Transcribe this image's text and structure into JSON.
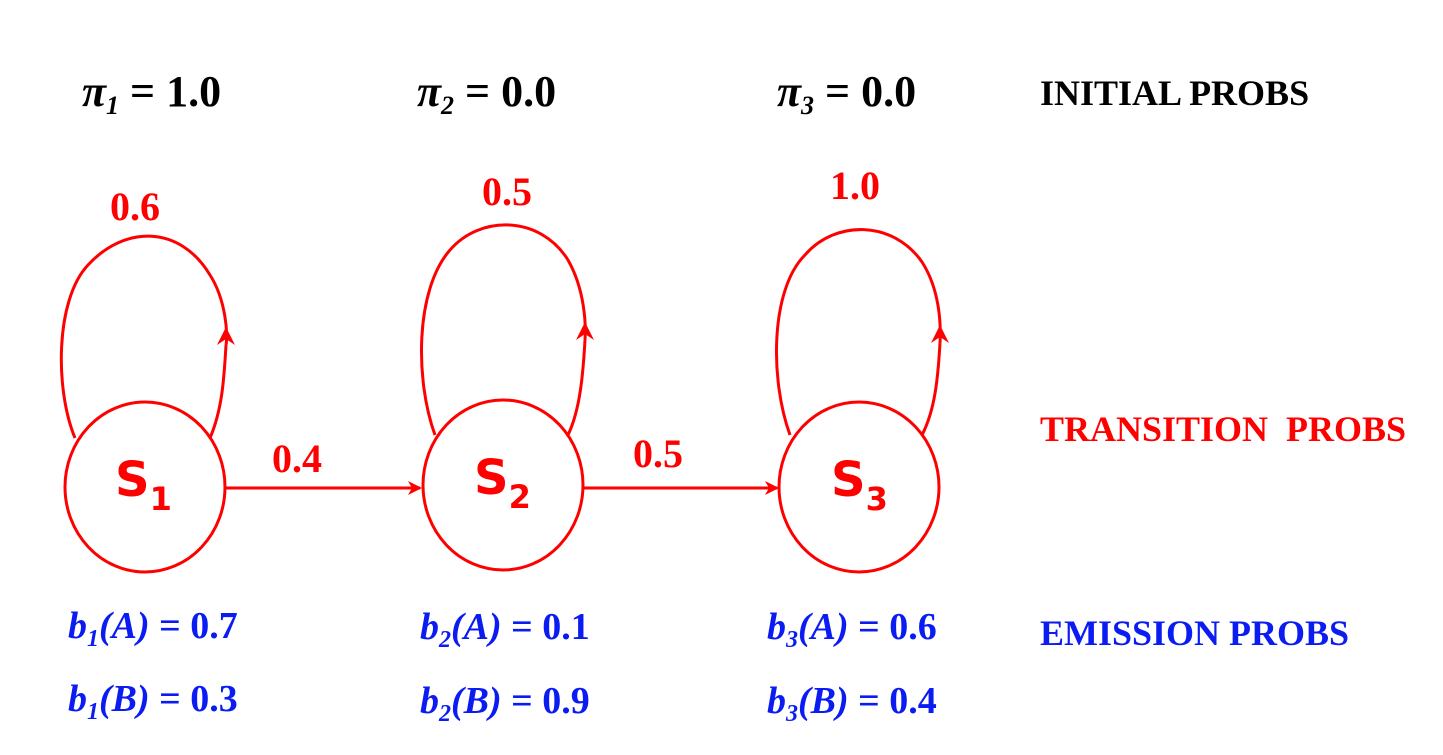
{
  "initial": [
    {
      "symbol": "π",
      "sub": "1",
      "eq": " = 1.0"
    },
    {
      "symbol": "π",
      "sub": "2",
      "eq": " = 0.0"
    },
    {
      "symbol": "π",
      "sub": "3",
      "eq": " = 0.0"
    }
  ],
  "labels": {
    "initial": "INITIAL PROBS",
    "transition": "TRANSITION  PROBS",
    "emission": "EMISSION PROBS"
  },
  "states": [
    {
      "letter": "S",
      "sub": "1"
    },
    {
      "letter": "S",
      "sub": "2"
    },
    {
      "letter": "S",
      "sub": "3"
    }
  ],
  "self_loops": [
    "0.6",
    "0.5",
    "1.0"
  ],
  "transitions": [
    "0.4",
    "0.5"
  ],
  "emissions": [
    {
      "sub": "1",
      "a_sym": "(A)",
      "a_val": " = 0.7",
      "b_sym": "(B)",
      "b_val": " = 0.3"
    },
    {
      "sub": "2",
      "a_sym": "(A)",
      "a_val": " = 0.1",
      "b_sym": "(B)",
      "b_val": " = 0.9"
    },
    {
      "sub": "3",
      "a_sym": "(A)",
      "a_val": " = 0.6",
      "b_sym": "(B)",
      "b_val": " = 0.4"
    }
  ],
  "colors": {
    "transition": "#ff0000",
    "emission": "#0b1cf3",
    "initial": "#000000"
  }
}
